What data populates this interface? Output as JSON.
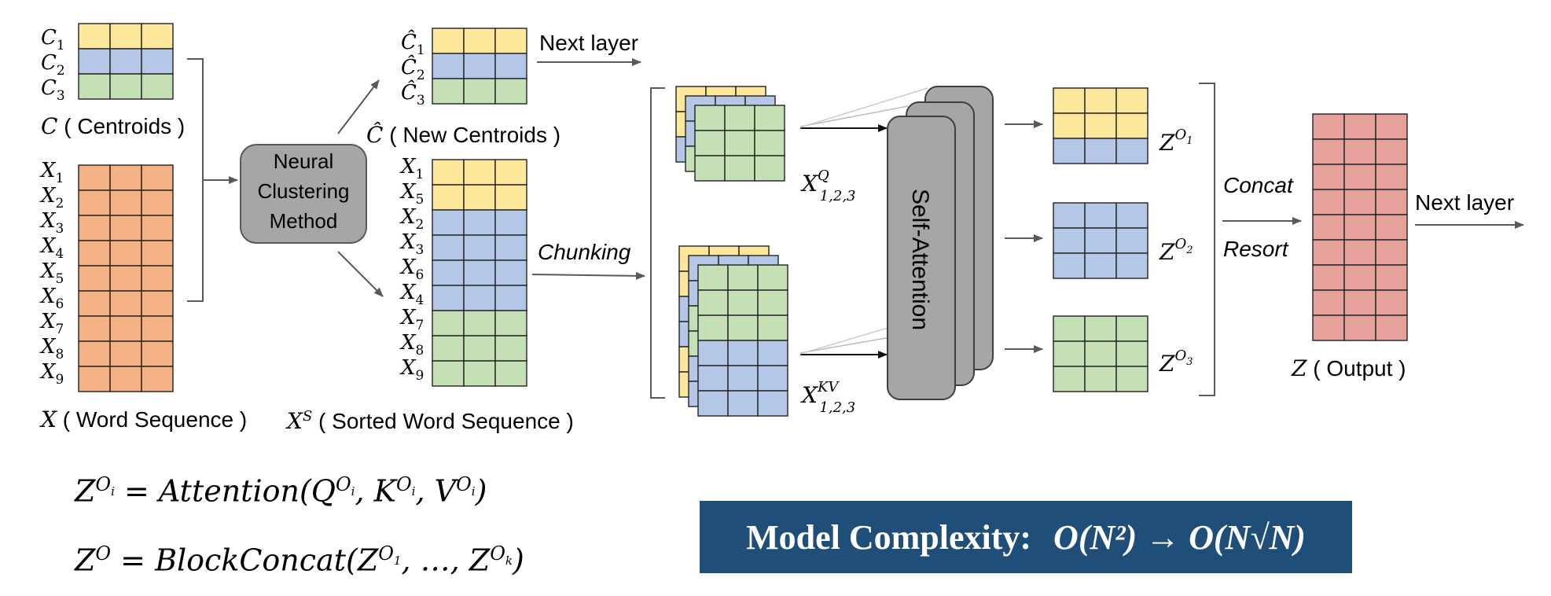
{
  "colors": {
    "yellow": "#fde79a",
    "blue": "#b4c7e7",
    "green": "#c5e0b4",
    "orange": "#f4b183",
    "red": "#e6a19b",
    "gray": "#a6a6a6",
    "banner_bg": "#1f4e79",
    "arrow": "#595959"
  },
  "left": {
    "centroid_labels": [
      "C1",
      "C2",
      "C3"
    ],
    "centroid_caption": "C ( Centroids )",
    "word_labels": [
      "X1",
      "X2",
      "X3",
      "X4",
      "X5",
      "X6",
      "X7",
      "X8",
      "X9"
    ],
    "word_caption": "X ( Word Sequence )"
  },
  "method": {
    "line1": "Neural",
    "line2": "Clustering",
    "line3": "Method"
  },
  "middle": {
    "new_centroid_labels": [
      "Ĉ1",
      "Ĉ2",
      "Ĉ3"
    ],
    "new_centroid_caption": "Ĉ ( New Centroids )",
    "next_layer": "Next layer",
    "sorted_labels": [
      "X1",
      "X5",
      "X2",
      "X3",
      "X6",
      "X4",
      "X7",
      "X8",
      "X9"
    ],
    "sorted_caption": "X^S ( Sorted Word Sequence )",
    "chunking": "Chunking"
  },
  "attention": {
    "q_label": "X^Q_1,2,3",
    "kv_label": "X^KV_1,2,3",
    "block_label": "Self-Attention"
  },
  "outputs": {
    "z_labels": [
      "Z^O1",
      "Z^O2",
      "Z^O3"
    ],
    "concat": "Concat",
    "resort": "Resort",
    "output_caption": "Z ( Output )",
    "next_layer": "Next layer"
  },
  "formulas": {
    "line1": "Z^Oi = Attention(Q^Oi, K^Oi, V^Oi)",
    "line2": "Z^O = BlockConcat(Z^O1, …, Z^Ok)"
  },
  "banner": {
    "label": "Model Complexity:",
    "math": "O(N²) → O(N√N)"
  }
}
